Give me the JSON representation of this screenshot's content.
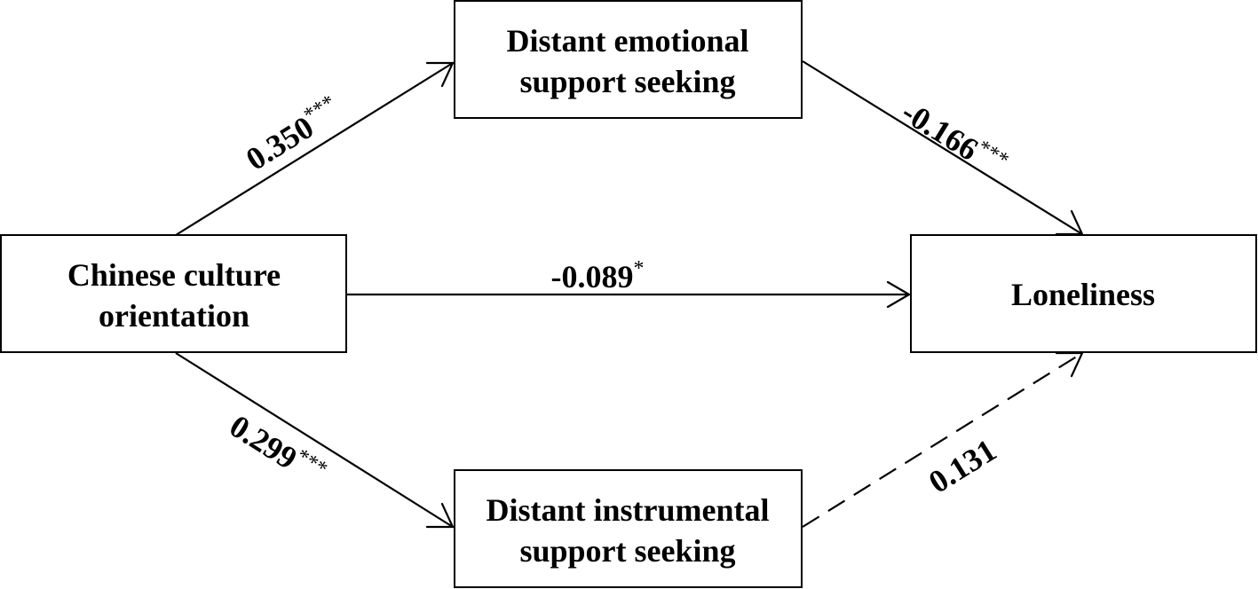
{
  "nodes": {
    "predictor": {
      "lines": [
        "Chinese culture",
        "orientation"
      ]
    },
    "mediator_emotional": {
      "lines": [
        "Distant emotional",
        "support seeking"
      ]
    },
    "mediator_instrumental": {
      "lines": [
        "Distant instrumental",
        "support seeking"
      ]
    },
    "outcome": {
      "lines": [
        "Loneliness"
      ]
    }
  },
  "paths": {
    "a1": {
      "coef": "0.350",
      "sig": "***",
      "style": "solid"
    },
    "b1": {
      "coef": "-0.166",
      "sig": "***",
      "style": "solid"
    },
    "c_prime": {
      "coef": "-0.089",
      "sig": "*",
      "style": "solid"
    },
    "a2": {
      "coef": "0.299",
      "sig": "***",
      "style": "solid"
    },
    "b2": {
      "coef": "0.131",
      "sig": "",
      "style": "dashed"
    }
  }
}
